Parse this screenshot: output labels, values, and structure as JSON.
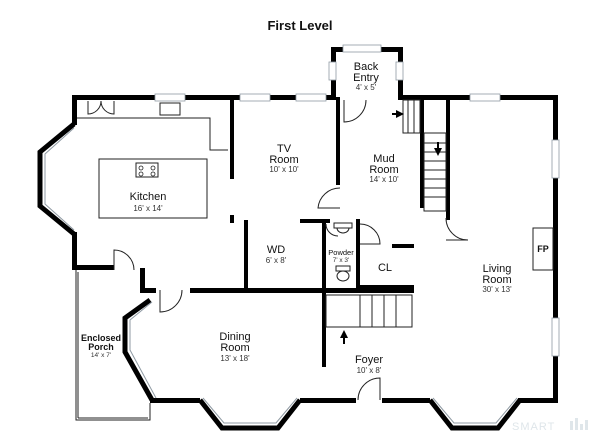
{
  "title": "First Level",
  "rooms": [
    {
      "id": "back-entry",
      "name_lines": [
        "Back",
        "Entry"
      ],
      "dims": "4' x 5'"
    },
    {
      "id": "kitchen",
      "name_lines": [
        "Kitchen"
      ],
      "dims": "16' x 14'"
    },
    {
      "id": "tv-room",
      "name_lines": [
        "TV",
        "Room"
      ],
      "dims": "10' x 10'"
    },
    {
      "id": "mud-room",
      "name_lines": [
        "Mud",
        "Room"
      ],
      "dims": "14' x 10'"
    },
    {
      "id": "wd",
      "name_lines": [
        "WD"
      ],
      "dims": "6' x 8'"
    },
    {
      "id": "powder",
      "name_lines": [
        "Powder"
      ],
      "dims": "7' x 3'"
    },
    {
      "id": "cl",
      "name_lines": [
        "CL"
      ],
      "dims": ""
    },
    {
      "id": "living-room",
      "name_lines": [
        "Living",
        "Room"
      ],
      "dims": "30' x 13'"
    },
    {
      "id": "enclosed-porch",
      "name_lines": [
        "Enclosed",
        "Porch"
      ],
      "dims": "14' x 7'"
    },
    {
      "id": "dining-room",
      "name_lines": [
        "Dining",
        "Room"
      ],
      "dims": "13' x 18'"
    },
    {
      "id": "foyer",
      "name_lines": [
        "Foyer"
      ],
      "dims": "10' x 8'"
    }
  ],
  "fireplace_label": "FP",
  "brand": "SMART"
}
